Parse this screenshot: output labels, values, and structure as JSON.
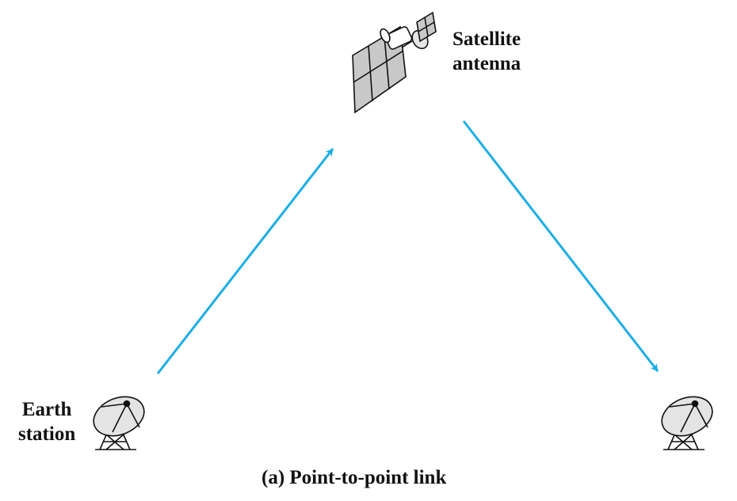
{
  "labels": {
    "satellite": [
      "Satellite",
      "antenna"
    ],
    "earth_station": [
      "Earth",
      "station"
    ],
    "caption": "(a) Point-to-point link"
  },
  "colors": {
    "link": "#1aaee5",
    "ink": "#111111",
    "panel": "#c8c8c8",
    "dish": "#e4e4e4"
  },
  "icons": [
    "satellite-icon",
    "satellite-dish-icon"
  ]
}
